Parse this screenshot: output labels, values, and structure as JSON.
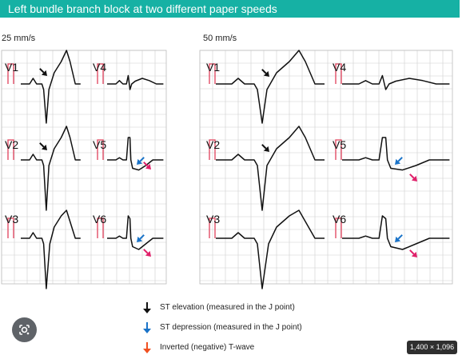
{
  "title": "Left bundle branch block at two different paper speeds",
  "panels": [
    {
      "speed_label": "25 mm/s",
      "leads": [
        "V1",
        "V4",
        "V2",
        "V5",
        "V3",
        "V6"
      ]
    },
    {
      "speed_label": "50 mm/s",
      "leads": [
        "V1",
        "V4",
        "V2",
        "V5",
        "V3",
        "V6"
      ]
    }
  ],
  "legend": [
    {
      "icon": "black-down-arrow-icon",
      "color": "#111111",
      "label": "ST elevation (measured in the J point)"
    },
    {
      "icon": "blue-down-arrow-icon",
      "color": "#1a73c8",
      "label": "ST depression (measured in the J point)"
    },
    {
      "icon": "red-down-arrow-icon",
      "color": "#f05020",
      "label": "Inverted (negative) T-wave"
    }
  ],
  "colors": {
    "header": "#16b1a4",
    "grid": "#cfcfcf",
    "calibration": "#e0405a",
    "arrow_black": "#111111",
    "arrow_blue": "#1a73c8",
    "arrow_pink": "#e0206a"
  },
  "image_size_badge": "1,400 × 1,096",
  "lens_icon": "google-lens-icon"
}
